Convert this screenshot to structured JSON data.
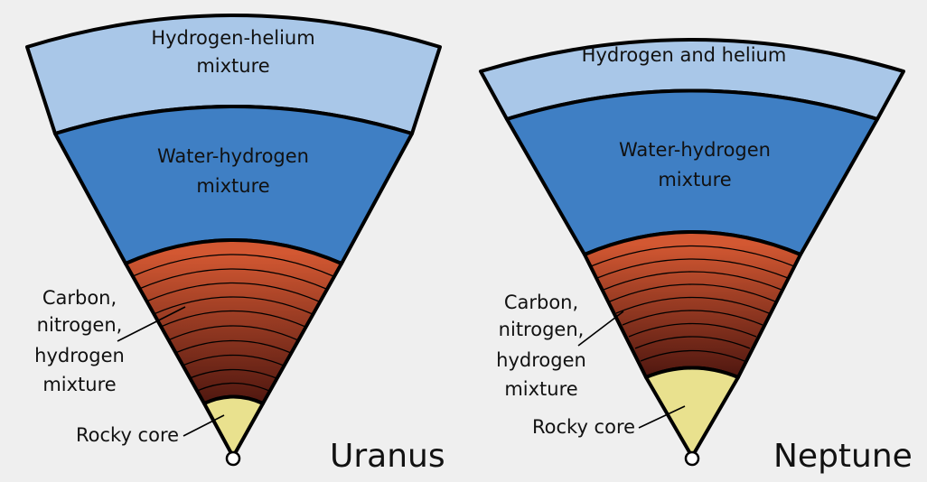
{
  "colors": {
    "background": "#efefef",
    "outline": "#000000",
    "atmosphere": "#a9c7e8",
    "mantle": "#3f7fc4",
    "ice_outer": "#d35832",
    "ice_inner": "#4d160f",
    "core": "#e9e18e"
  },
  "planets": [
    {
      "name": "Uranus",
      "layers": {
        "atmosphere": [
          "Hydrogen-helium",
          "mixture"
        ],
        "mantle": [
          "Water-hydrogen",
          "mixture"
        ],
        "ice": [
          "Carbon,",
          "nitrogen,",
          "hydrogen",
          "mixture"
        ],
        "core": "Rocky core"
      }
    },
    {
      "name": "Neptune",
      "layers": {
        "atmosphere": [
          "Hydrogen and helium"
        ],
        "mantle": [
          "Water-hydrogen",
          "mixture"
        ],
        "ice": [
          "Carbon,",
          "nitrogen,",
          "hydrogen",
          "mixture"
        ],
        "core": "Rocky core"
      }
    }
  ]
}
